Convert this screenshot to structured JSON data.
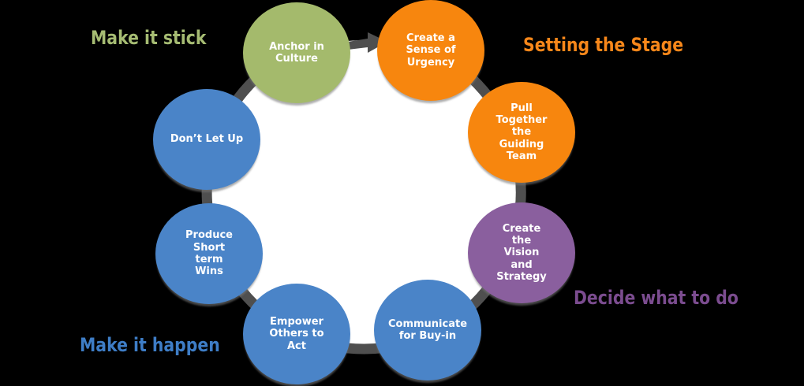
{
  "canvas": {
    "background": "#000000"
  },
  "ring": {
    "color": "#4F4F4F",
    "inner_fill": "#FFFFFF"
  },
  "arrow": {
    "color": "#4F4F4F",
    "direction": "clockwise"
  },
  "steps_style": {
    "text_color": "#FFFFFF"
  },
  "phases": [
    {
      "label": "Make it stick",
      "color": "#A6BC73"
    },
    {
      "label": "Setting the Stage",
      "color": "#F7871A"
    },
    {
      "label": "Decide what to do",
      "color": "#7B4C8F"
    },
    {
      "label": "Make it happen",
      "color": "#3E7DC6"
    }
  ],
  "steps": [
    {
      "label": "Create a\nSense of\nUrgency",
      "color": "#F7860E"
    },
    {
      "label": "Pull\nTogether\nthe\nGuiding\nTeam",
      "color": "#F7860E"
    },
    {
      "label": "Create\nthe\nVision\nand\nStrategy",
      "color": "#8A5F9E"
    },
    {
      "label": "Communicate\nfor Buy-in",
      "color": "#4A84C8"
    },
    {
      "label": "Empower\nOthers to\nAct",
      "color": "#4A84C8"
    },
    {
      "label": "Produce\nShort\nterm\nWins",
      "color": "#4A84C8"
    },
    {
      "label": "Don’t Let Up",
      "color": "#4A84C8"
    },
    {
      "label": "Anchor in\nCulture",
      "color": "#A4BA6C"
    }
  ]
}
